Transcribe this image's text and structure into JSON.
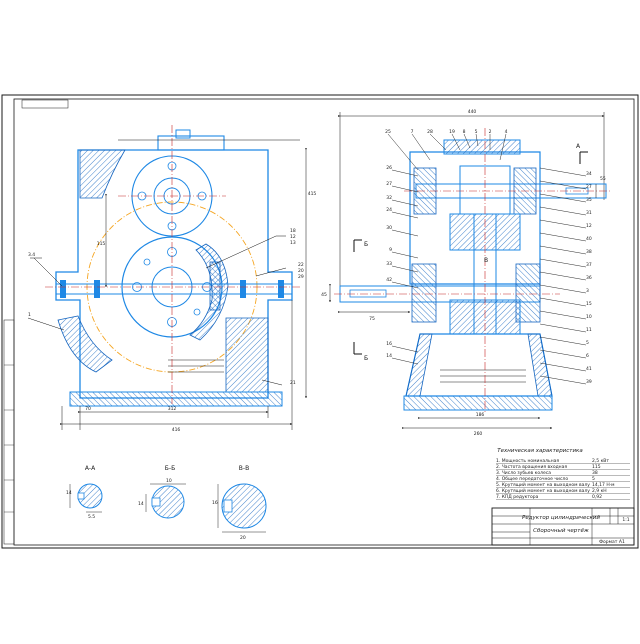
{
  "colors": {
    "line": "#1a1a1a",
    "outline": "#1e88e5",
    "hatch": "#1565c0",
    "center": "#c62828",
    "gear": "#f5a623",
    "dim": "#111111"
  },
  "front_view": {
    "dim_width": "312",
    "dim_overall": "416",
    "dim_foot": "70",
    "dim_center": "115",
    "dim_height": "415",
    "leaders": [
      "3.4",
      "18",
      "12",
      "13",
      "22",
      "20",
      "29",
      "1",
      "21"
    ]
  },
  "side_view": {
    "dim_top": "440",
    "dim_bottom_inner": "186",
    "dim_bottom_outer": "260",
    "dim_shaft_left": "75",
    "dim_shaft_dia": "45",
    "dim_shaft_right": "55",
    "section_b": "Б",
    "section_v": "В",
    "section_a": "А",
    "leaders_top": [
      "25",
      "7",
      "28",
      "19",
      "8",
      "5",
      "2",
      "4"
    ],
    "leaders_left": [
      "26",
      "27",
      "32",
      "24",
      "30",
      "9",
      "33",
      "42",
      "16",
      "14"
    ],
    "leaders_right": [
      "34",
      "27",
      "35",
      "31",
      "12",
      "40",
      "38",
      "37",
      "36",
      "3",
      "15",
      "10",
      "11",
      "5",
      "6",
      "41",
      "39"
    ]
  },
  "sections": [
    {
      "label": "А-А",
      "dim_a": "14",
      "dim_b": "5.5"
    },
    {
      "label": "Б-Б",
      "dim_a": "10",
      "dim_b": "14"
    },
    {
      "label": "В-В",
      "dim_a": "16",
      "dim_b": "20"
    }
  ],
  "spec_table": {
    "title": "Техническая характеристика",
    "rows": [
      {
        "label": "1. Мощность номинальная",
        "value": "2,5 кВт"
      },
      {
        "label": "2. Частота вращения входная",
        "value": "115"
      },
      {
        "label": "3. Число зубьев колеса",
        "value": "38"
      },
      {
        "label": "4. Общее передаточное число",
        "value": "5"
      },
      {
        "label": "5. Крутящий момент на выходном валу",
        "value": "14,17 Н·м"
      },
      {
        "label": "6. Крутящий момент на выходном валу",
        "value": "2,9 кН"
      },
      {
        "label": "7. КПД редуктора",
        "value": "0,92"
      }
    ]
  },
  "title_block": {
    "name": "Редуктор цилиндрический",
    "subtitle": "Сборочный чертёж",
    "sheet": "1:1",
    "format": "Формат А1"
  }
}
